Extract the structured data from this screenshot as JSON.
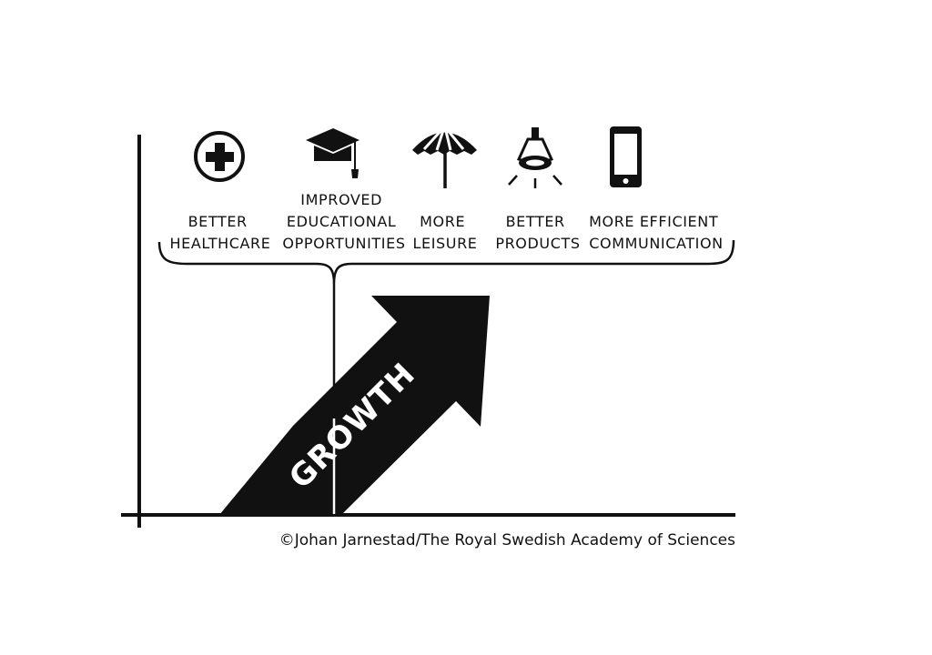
{
  "colors": {
    "ink": "#111111",
    "background": "#ffffff",
    "arrow_text": "#ffffff"
  },
  "benefits": [
    {
      "icon": "medical-cross-icon",
      "lines": [
        "BETTER",
        "HEALTHCARE"
      ]
    },
    {
      "icon": "graduation-cap-icon",
      "lines": [
        "IMPROVED",
        "EDUCATIONAL",
        "OPPORTUNITIES"
      ]
    },
    {
      "icon": "beach-umbrella-icon",
      "lines": [
        "MORE",
        "LEISURE"
      ]
    },
    {
      "icon": "light-bulb-icon",
      "lines": [
        "BETTER",
        "PRODUCTS"
      ]
    },
    {
      "icon": "smartphone-icon",
      "lines": [
        "MORE EFFICIENT",
        "COMMUNICATION"
      ]
    }
  ],
  "arrow": {
    "label": "GROWTH"
  },
  "credit": "©Johan Jarnestad/The Royal Swedish Academy of Sciences"
}
